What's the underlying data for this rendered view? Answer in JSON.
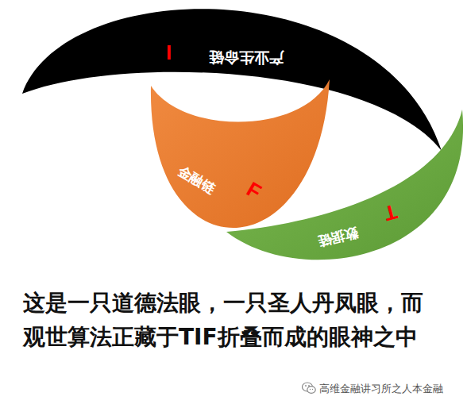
{
  "diagram": {
    "caption": "这是一只道德法眼，一只圣人丹凤眼，而 观世算法正藏于TIF折叠而成的眼神之中",
    "nodes": [
      {
        "text": [
          "I",
          "产业生命链"
        ]
      },
      {
        "text": [
          "金融链",
          "F"
        ]
      },
      {
        "text": [
          "数据链",
          "T"
        ]
      }
    ],
    "labels": [
      "高维金融讲习所之人本金融"
    ]
  }
}
